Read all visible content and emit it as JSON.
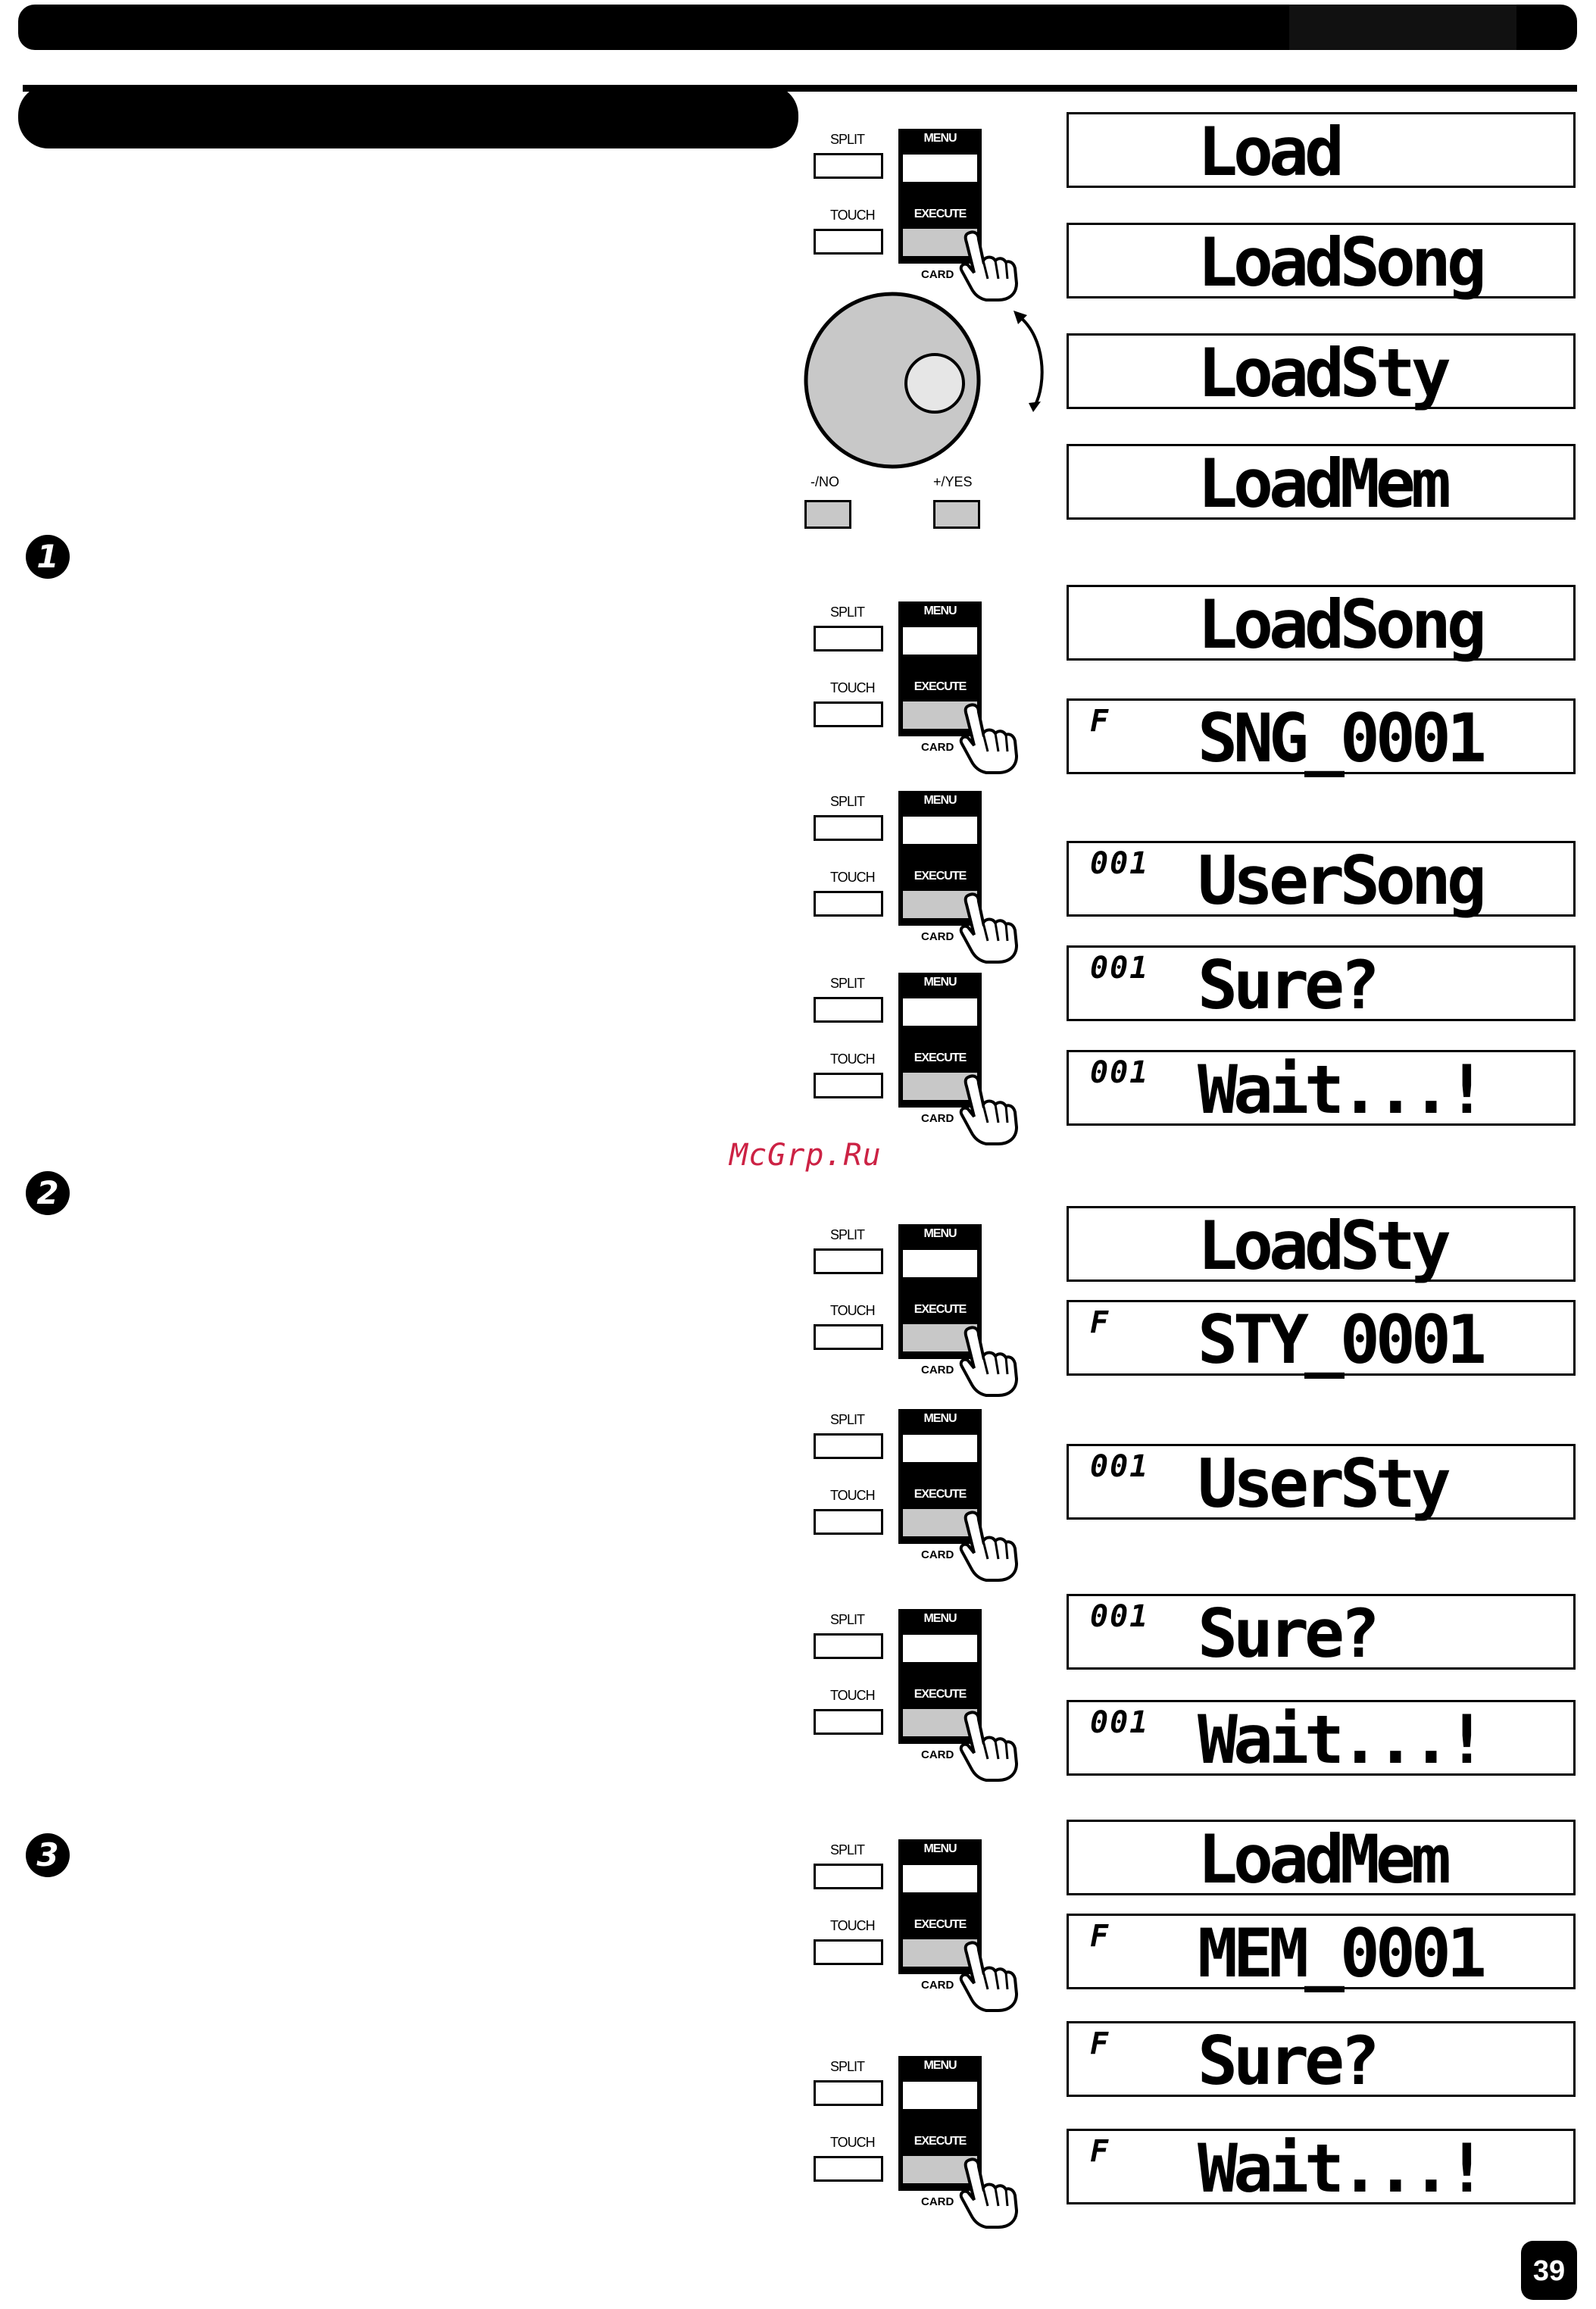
{
  "panel_labels": {
    "split": "SPLIT",
    "touch": "TOUCH",
    "menu": "MENU",
    "execute": "EXECUTE",
    "card": "CARD"
  },
  "dial_labels": {
    "no": "-/NO",
    "yes": "+/YES"
  },
  "steps": [
    "1",
    "2",
    "3"
  ],
  "watermark": "McGrp.Ru",
  "page_number": "39",
  "displays": [
    {
      "prefix": "",
      "text": "Load"
    },
    {
      "prefix": "",
      "text": "LoadSong"
    },
    {
      "prefix": "",
      "text": "LoadSty"
    },
    {
      "prefix": "",
      "text": "LoadMem"
    },
    {
      "prefix": "",
      "text": "LoadSong"
    },
    {
      "prefix": "F",
      "text": "SNG_0001"
    },
    {
      "prefix": "001",
      "text": "UserSong"
    },
    {
      "prefix": "001",
      "text": "Sure?"
    },
    {
      "prefix": "001",
      "text": "Wait...!"
    },
    {
      "prefix": "",
      "text": "LoadSty"
    },
    {
      "prefix": "F",
      "text": "STY_0001"
    },
    {
      "prefix": "001",
      "text": "UserSty"
    },
    {
      "prefix": "001",
      "text": "Sure?"
    },
    {
      "prefix": "001",
      "text": "Wait...!"
    },
    {
      "prefix": "",
      "text": "LoadMem"
    },
    {
      "prefix": "F",
      "text": "MEM_0001"
    },
    {
      "prefix": "F",
      "text": "Sure?"
    },
    {
      "prefix": "F",
      "text": "Wait...!"
    }
  ]
}
